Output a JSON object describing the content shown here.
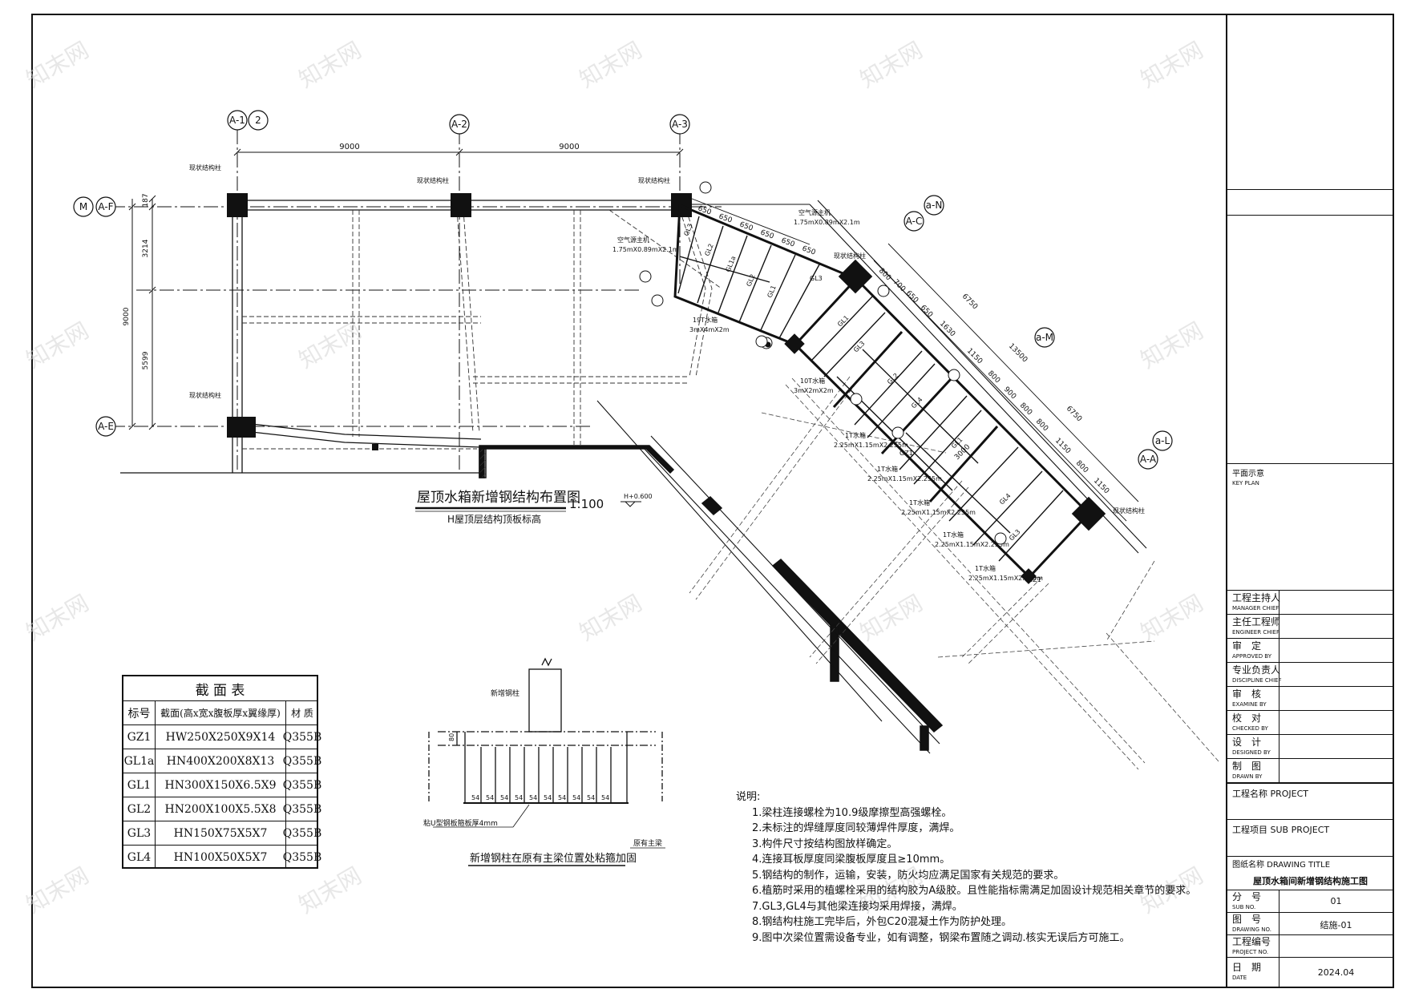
{
  "drawing": {
    "title": "屋顶水箱新增钢结构布置图",
    "scale": "1:100",
    "subtitle": "H屋顶层结构顶板标高",
    "elevation": "H+0.600"
  },
  "grid_labels": {
    "a1": "A-1",
    "a1b": "2",
    "a2": "A-2",
    "a3": "A-3",
    "mF1": "M",
    "mF2": "A-F",
    "aE": "A-E",
    "aC": "A-C",
    "aN": "a-N",
    "aM": "a-M",
    "aA": "A-A",
    "aL": "a-L"
  },
  "dimensions": {
    "top1": "9000",
    "top2": "9000",
    "left_small": "187",
    "left_a": "3214",
    "left_total": "9000",
    "left_b": "5599",
    "r_6750a": "6750",
    "r_13500": "13500",
    "r_6750b": "6750",
    "seq_top": [
      "650",
      "650",
      "650",
      "650",
      "650",
      "650"
    ],
    "seq_right": [
      "800",
      "700",
      "650",
      "650",
      "1630",
      "1150",
      "800",
      "900",
      "800",
      "800",
      "1150",
      "800",
      "1150"
    ],
    "d3000": "3000"
  },
  "labels": {
    "col_existing": "现状结构柱",
    "ac_unit_label": "空气源主机",
    "ac_unit_size": "1.75mX0.89mX2.1m",
    "tank_19_label": "19T水箱",
    "tank_19_size": "3mX4mX2m",
    "tank_10_label": "10T水箱",
    "tank_10_size": "3mX2mX2m",
    "tank_1_label": "1T水箱",
    "tank_1_size": "2.25mX1.15mX2.255m"
  },
  "member_tags": {
    "gl1": "GL1",
    "gl1a": "GL1a",
    "gl2": "GL2",
    "gl3": "GL3",
    "gl4": "GL4",
    "gz1": "GZ1"
  },
  "section_table": {
    "title": "截 面 表",
    "headers": [
      "标号",
      "截面(高x宽x腹板厚x翼缘厚)",
      "材 质"
    ],
    "rows": [
      [
        "GZ1",
        "HW250X250X9X14",
        "Q355B"
      ],
      [
        "GL1a",
        "HN400X200X8X13",
        "Q355B"
      ],
      [
        "GL1",
        "HN300X150X6.5X9",
        "Q355B"
      ],
      [
        "GL2",
        "HN200X100X5.5X8",
        "Q355B"
      ],
      [
        "GL3",
        "HN150X75X5X7",
        "Q355B"
      ],
      [
        "GL4",
        "HN100X50X5X7",
        "Q355B"
      ]
    ]
  },
  "detail": {
    "new_column": "新增钢柱",
    "plate": "粘U型钢板箍板厚4mm",
    "existing_beam": "原有主梁",
    "dim_80": "80",
    "bolt_spacing": [
      "54",
      "54",
      "54",
      "54",
      "54",
      "54",
      "54",
      "54",
      "54",
      "54"
    ],
    "caption": "新增钢柱在原有主梁位置处粘箍加固"
  },
  "notes": {
    "heading": "说明:",
    "items": [
      "1.梁柱连接螺栓为10.9级摩擦型高强螺栓。",
      "2.未标注的焊缝厚度同较薄焊件厚度，满焊。",
      "3.构件尺寸按结构图放样确定。",
      "4.连接耳板厚度同梁腹板厚度且≥10mm。",
      "5.钢结构的制作，运输，安装，防火均应满足国家有关规范的要求。",
      "6.植筋时采用的植螺栓采用的结构胶为A级胶。且性能指标需满足加固设计规范相关章节的要求。",
      "7.GL3,GL4与其他梁连接均采用焊接，满焊。",
      "8.钢结构柱施工完毕后，外包C20混凝土作为防护处理。",
      "9.图中次梁位置需设备专业，如有调整，钢梁布置随之调动.核实无误后方可施工。"
    ]
  },
  "title_block": {
    "key_plan": "平面示意",
    "key_plan_en": "KEY PLAN",
    "roles": [
      {
        "cn": "工程主持人",
        "en": "MANAGER CHIEF"
      },
      {
        "cn": "主任工程师",
        "en": "ENGINEER CHIEF"
      },
      {
        "cn": "审　定",
        "en": "APPROVED BY"
      },
      {
        "cn": "专业负责人",
        "en": "DISCIPLINE CHIEF"
      },
      {
        "cn": "审　核",
        "en": "EXAMINE BY"
      },
      {
        "cn": "校　对",
        "en": "CHECKED BY"
      },
      {
        "cn": "设　计",
        "en": "DESIGNED BY"
      },
      {
        "cn": "制　图",
        "en": "DRAWN BY"
      }
    ],
    "project": "工程名称 PROJECT",
    "sub_project": "工程项目 SUB PROJECT",
    "drawing_name": "图纸名称 DRAWING TITLE",
    "drawing_title": "屋顶水箱间新增钢结构施工图",
    "sub_no_label": "分　号",
    "sub_no_en": "SUB NO.",
    "sub_no": "01",
    "drawing_no_label": "图　号",
    "drawing_no_en": "DRAWING NO.",
    "drawing_no": "结施-01",
    "project_no_label": "工程编号",
    "project_no_en": "PROJECT NO.",
    "date_label": "日　期",
    "date_en": "DATE",
    "date": "2024.04"
  },
  "watermark": "知末网"
}
